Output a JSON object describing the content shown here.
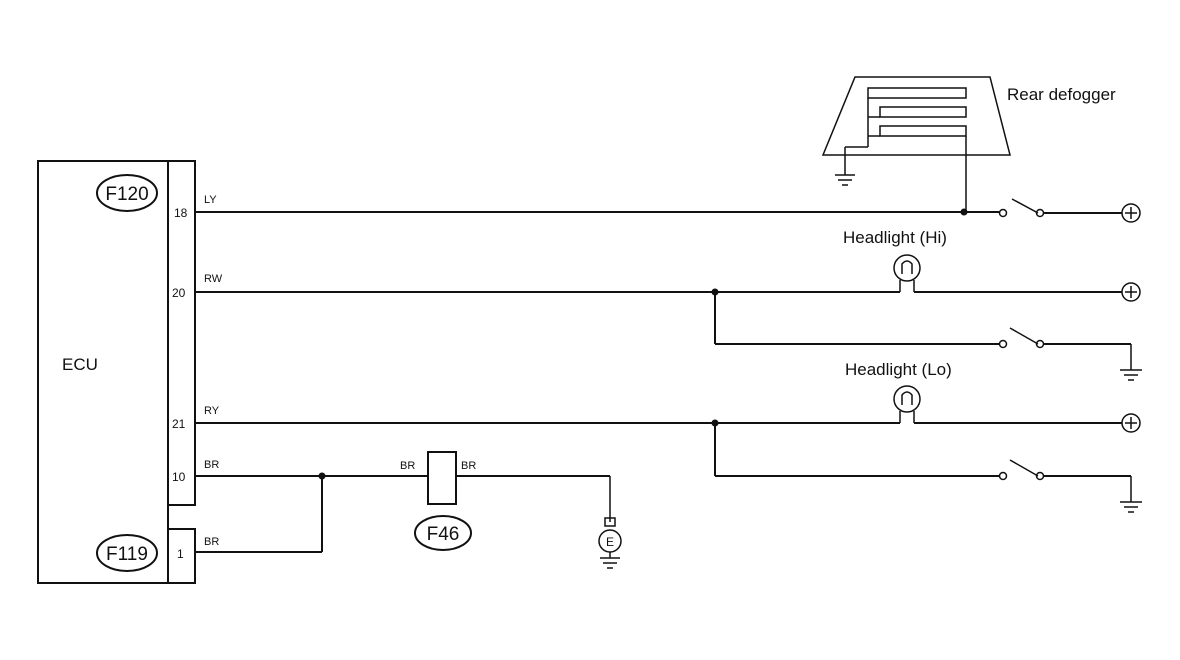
{
  "ecu": {
    "label": "ECU",
    "connectors": [
      "F120",
      "F119"
    ]
  },
  "pins": [
    {
      "pin": "18",
      "wire": "LY"
    },
    {
      "pin": "20",
      "wire": "RW"
    },
    {
      "pin": "21",
      "wire": "RY"
    },
    {
      "pin": "10",
      "wire": "BR"
    },
    {
      "pin": "1",
      "wire": "BR"
    }
  ],
  "components": {
    "rear_defogger": "Rear defogger",
    "headlight_hi": "Headlight (Hi)",
    "headlight_lo": "Headlight (Lo)",
    "connector_f46": "F46",
    "f46_wire_in": "BR",
    "f46_wire_out": "BR",
    "ground_point": "E"
  }
}
